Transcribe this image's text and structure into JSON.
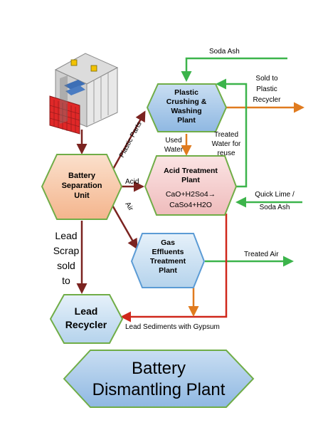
{
  "nodes": {
    "plastic_plant": [
      "Plastic",
      "Crushing  &",
      "Washing",
      "Plant"
    ],
    "acid_plant": [
      "Acid Treatment",
      "Plant"
    ],
    "acid_reaction": [
      "CaO+H2So4→",
      "CaSo4+H2O"
    ],
    "separation_unit": [
      "Battery",
      "Separation",
      "Unit"
    ],
    "gas_plant": [
      "Gas",
      "Effluents",
      "Treatment",
      "Plant"
    ],
    "lead_recycler": [
      "Lead",
      "Recycler"
    ],
    "title": [
      "Battery",
      "Dismantling Plant"
    ]
  },
  "flows": {
    "soda_ash": "Soda Ash",
    "sold_to_recycler": [
      "Sold to",
      "Plastic",
      "Recycler"
    ],
    "plastic_parts": "Plastic Parts",
    "acid": "Acid",
    "air": "Air",
    "used_water": [
      "Used",
      "Water"
    ],
    "treated_water": [
      "Treated",
      "Water for",
      "reuse"
    ],
    "quick_lime": [
      "Quick Lime /",
      "Soda Ash"
    ],
    "lead_scrap": [
      "Lead",
      "Scrap",
      "sold",
      "to"
    ],
    "treated_air": "Treated Air",
    "lead_sediments": "Lead  Sediments with Gypsum"
  },
  "colors": {
    "plastic_fill": "#9dc3e6",
    "acid_fill": "#f4cccc",
    "separation_fill": "#f8cbad",
    "gas_fill": "#bdd7ee",
    "lead_fill": "#c5e0f0",
    "title_fill": "#9dc3e6",
    "node_border": "#5b9bd5",
    "green_border": "#70ad47",
    "green_arrow": "#3cb44b",
    "orange_arrow": "#e07b1f",
    "red_arrow": "#d0281c",
    "brown_arrow": "#7b2320"
  },
  "icons": {
    "battery": "battery-icon"
  }
}
